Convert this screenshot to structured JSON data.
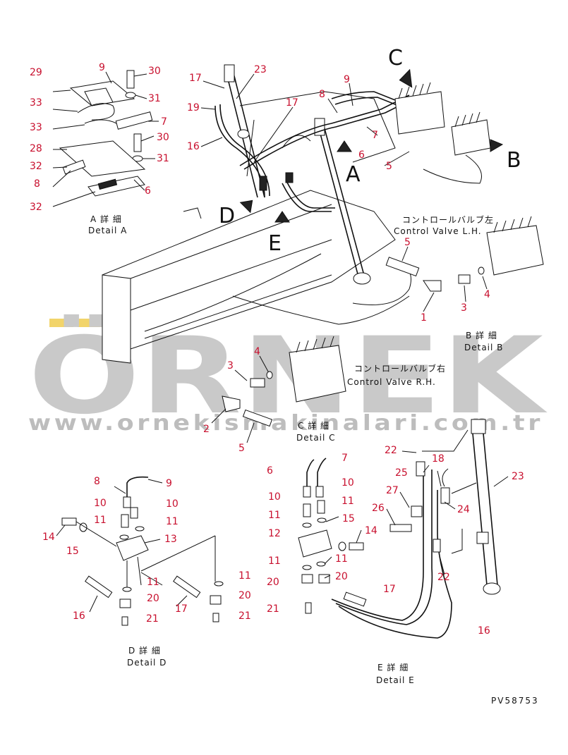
{
  "diagram": {
    "drawing_code": "PV58753",
    "view_letters": {
      "a": "A",
      "b": "B",
      "c": "C",
      "d": "D",
      "e": "E"
    },
    "details": {
      "a": {
        "ja": "A 詳 細",
        "en": "Detail A"
      },
      "b": {
        "ja": "B 詳 細",
        "en": "Detail B"
      },
      "c": {
        "ja": "C 詳 細",
        "en": "Detail C"
      },
      "d": {
        "ja": "D 詳 細",
        "en": "Detail D"
      },
      "e": {
        "ja": "E 詳 細",
        "en": "Detail E"
      }
    },
    "control_valve_lh": {
      "ja": "コントロールバルブ左",
      "en": "Control Valve L.H."
    },
    "control_valve_rh": {
      "ja": "コントロールバルブ右",
      "en": "Control Valve R.H."
    }
  },
  "watermark": {
    "brand": "ÖRNEK",
    "url": "www.ornekismakinalari.com.tr",
    "accent_color": "#f2d46a",
    "gray_color": "#c9c9c9"
  },
  "callout_color": "#c8102e",
  "callouts": {
    "a": [
      "29",
      "9",
      "30",
      "31",
      "33",
      "33",
      "7",
      "30",
      "31",
      "28",
      "32",
      "8",
      "6",
      "32"
    ],
    "main": [
      "17",
      "23",
      "19",
      "17",
      "16",
      "8",
      "9",
      "7",
      "6",
      "5"
    ],
    "b": [
      "5",
      "1",
      "3",
      "4"
    ],
    "c": [
      "4",
      "3",
      "2",
      "5"
    ],
    "d": [
      "8",
      "9",
      "10",
      "10",
      "11",
      "11",
      "14",
      "15",
      "13",
      "11",
      "20",
      "16",
      "17",
      "20",
      "21",
      "21",
      "11"
    ],
    "e": [
      "6",
      "7",
      "10",
      "10",
      "11",
      "11",
      "12",
      "15",
      "14",
      "11",
      "11",
      "20",
      "20",
      "21",
      "17",
      "16",
      "22",
      "18",
      "25",
      "27",
      "26",
      "24",
      "23",
      "22"
    ]
  }
}
